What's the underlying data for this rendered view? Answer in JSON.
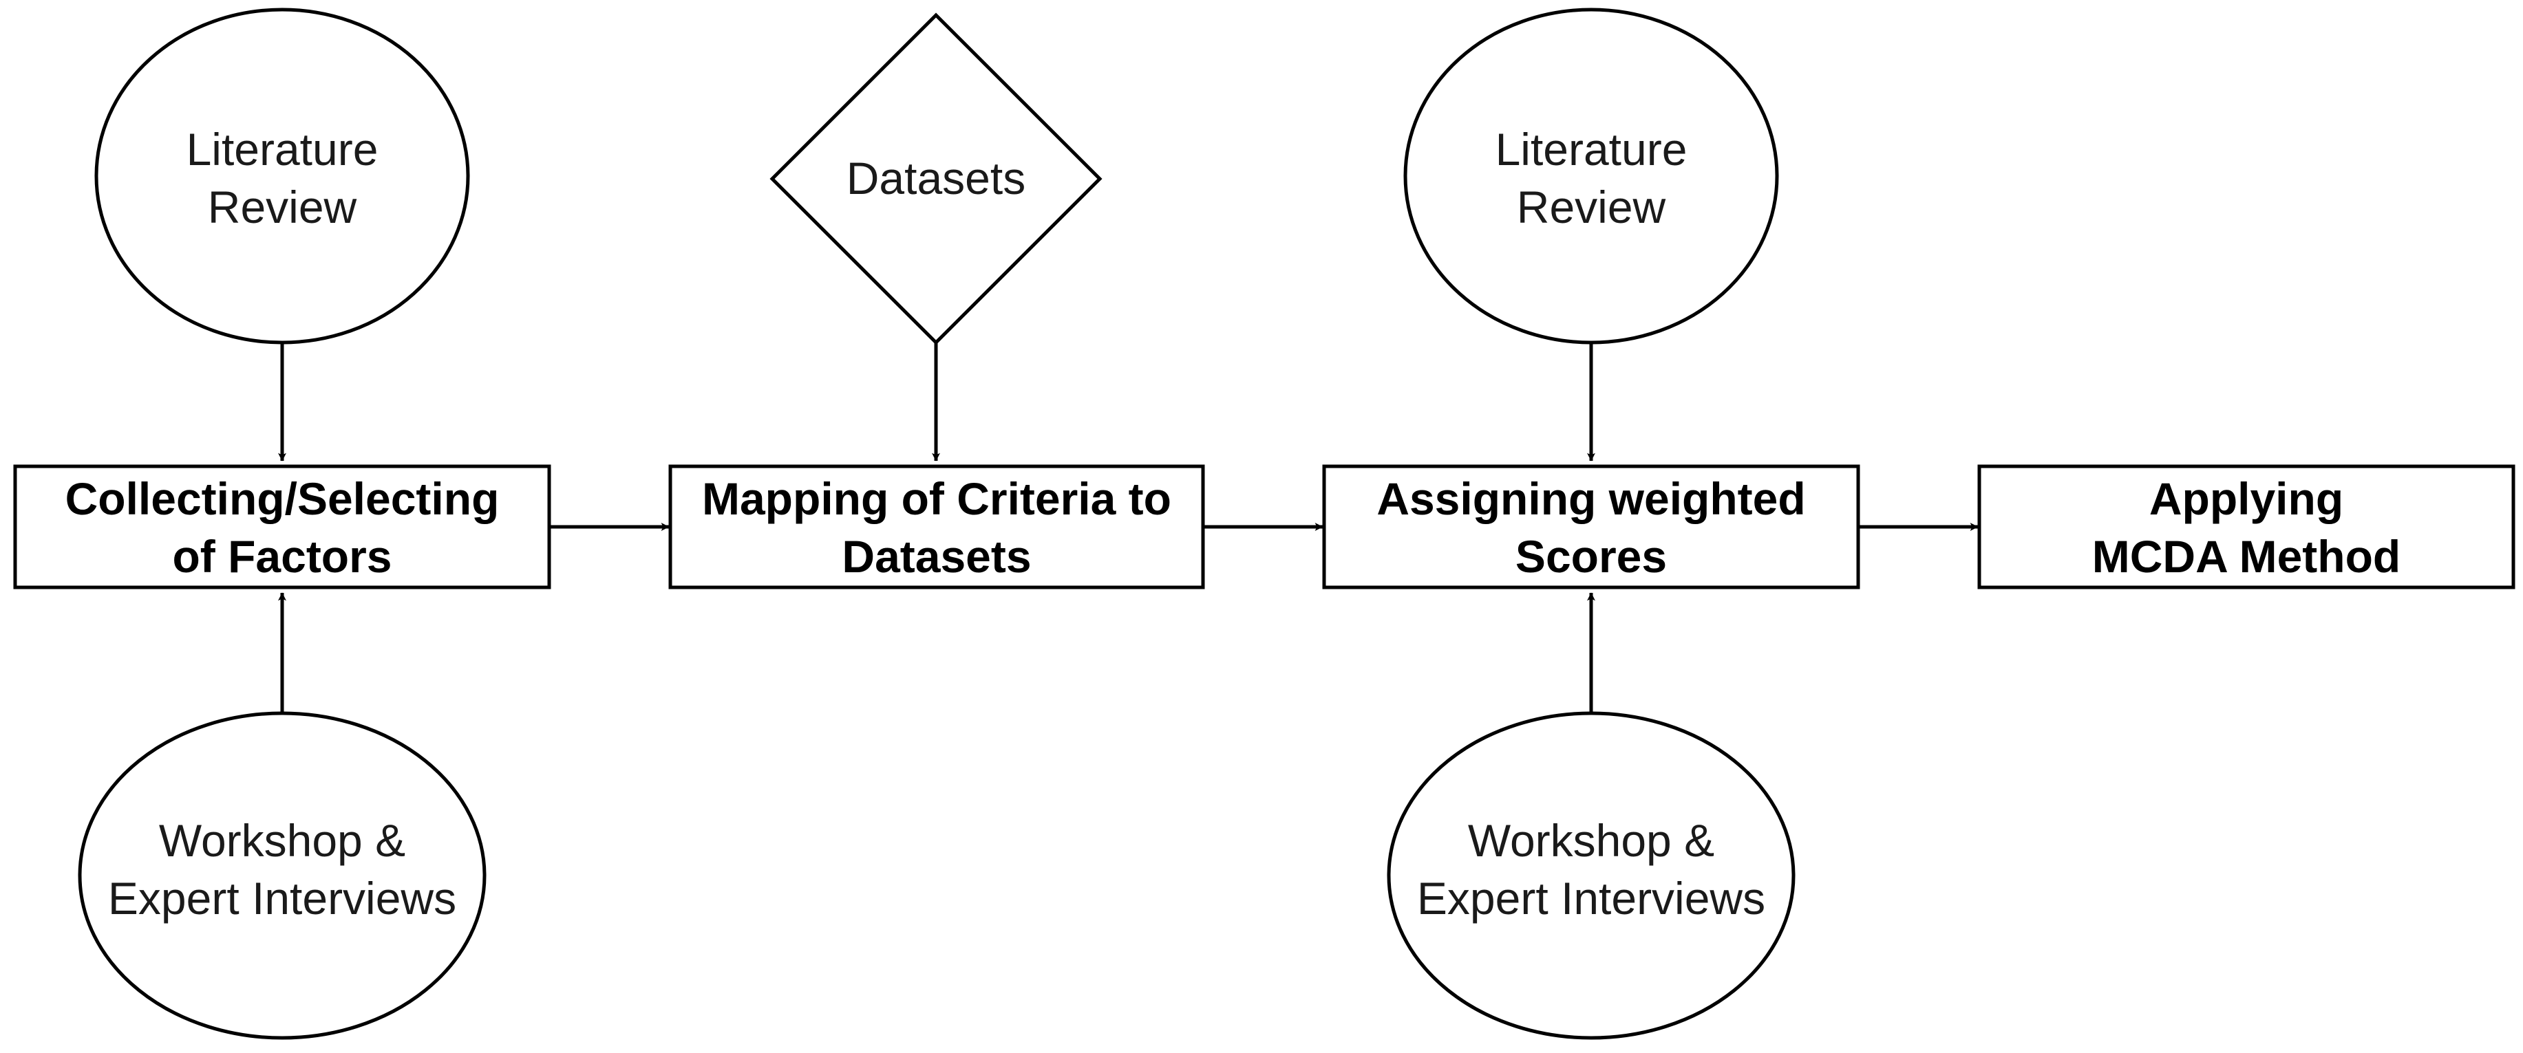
{
  "diagram": {
    "nodes": {
      "lit_review_1": {
        "lines": [
          "Literature",
          "Review"
        ]
      },
      "datasets": {
        "lines": [
          "Datasets"
        ]
      },
      "lit_review_2": {
        "lines": [
          "Literature",
          "Review"
        ]
      },
      "collecting": {
        "lines": [
          "Collecting/Selecting",
          "of Factors"
        ]
      },
      "mapping": {
        "lines": [
          "Mapping of Criteria to",
          "Datasets"
        ]
      },
      "assigning": {
        "lines": [
          "Assigning weighted",
          "Scores"
        ]
      },
      "applying": {
        "lines": [
          "Applying",
          "MCDA Method"
        ]
      },
      "workshop_1": {
        "lines": [
          "Workshop &",
          "Expert Interviews"
        ]
      },
      "workshop_2": {
        "lines": [
          "Workshop &",
          "Expert Interviews"
        ]
      }
    },
    "edges": [
      {
        "from": "lit_review_1",
        "to": "collecting"
      },
      {
        "from": "workshop_1",
        "to": "collecting"
      },
      {
        "from": "datasets",
        "to": "mapping"
      },
      {
        "from": "collecting",
        "to": "mapping"
      },
      {
        "from": "mapping",
        "to": "assigning"
      },
      {
        "from": "lit_review_2",
        "to": "assigning"
      },
      {
        "from": "workshop_2",
        "to": "assigning"
      },
      {
        "from": "assigning",
        "to": "applying"
      }
    ]
  }
}
